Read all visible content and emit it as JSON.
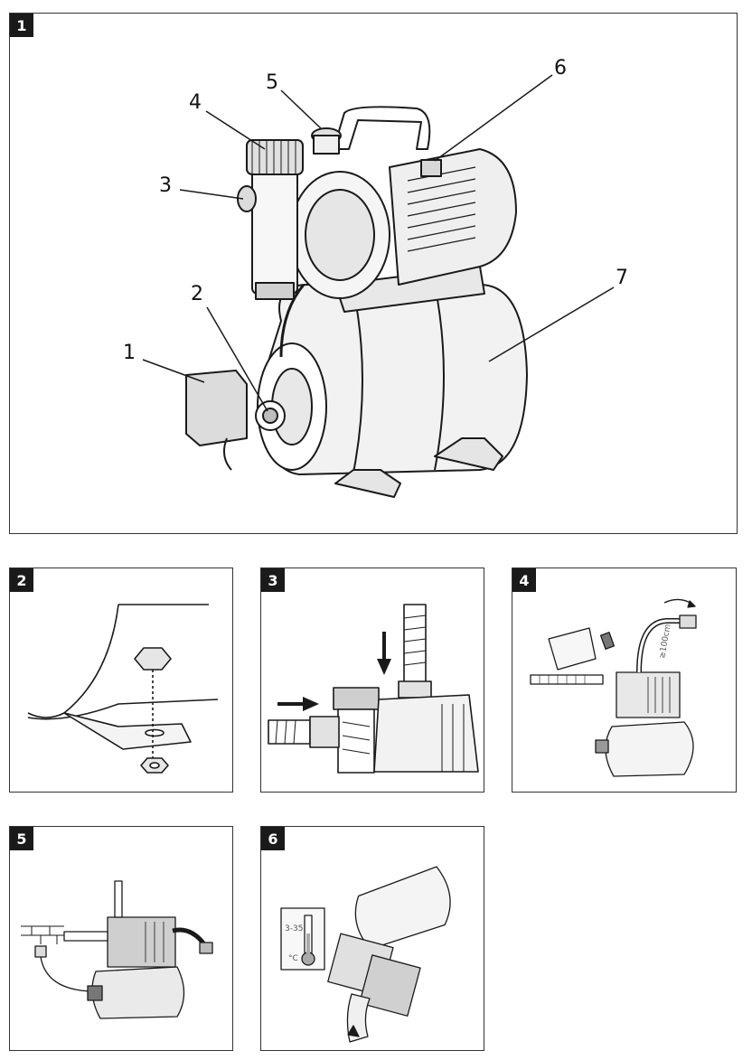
{
  "figures": [
    {
      "id": "fig1",
      "number": "1"
    },
    {
      "id": "fig2",
      "number": "2"
    },
    {
      "id": "fig3",
      "number": "3"
    },
    {
      "id": "fig4",
      "number": "4"
    },
    {
      "id": "fig5",
      "number": "5"
    },
    {
      "id": "fig6",
      "number": "6"
    }
  ],
  "fig1_callouts": [
    "1",
    "2",
    "3",
    "4",
    "5",
    "6",
    "7"
  ],
  "fig4_label": "≥100cm",
  "fig6_label": "3-35",
  "fig6_unit": "°C",
  "colors": {
    "line": "#1a1a1a",
    "fill_light": "#eeeeee",
    "fill_mid": "#cfcfcf",
    "badge": "#1a1a1a"
  }
}
